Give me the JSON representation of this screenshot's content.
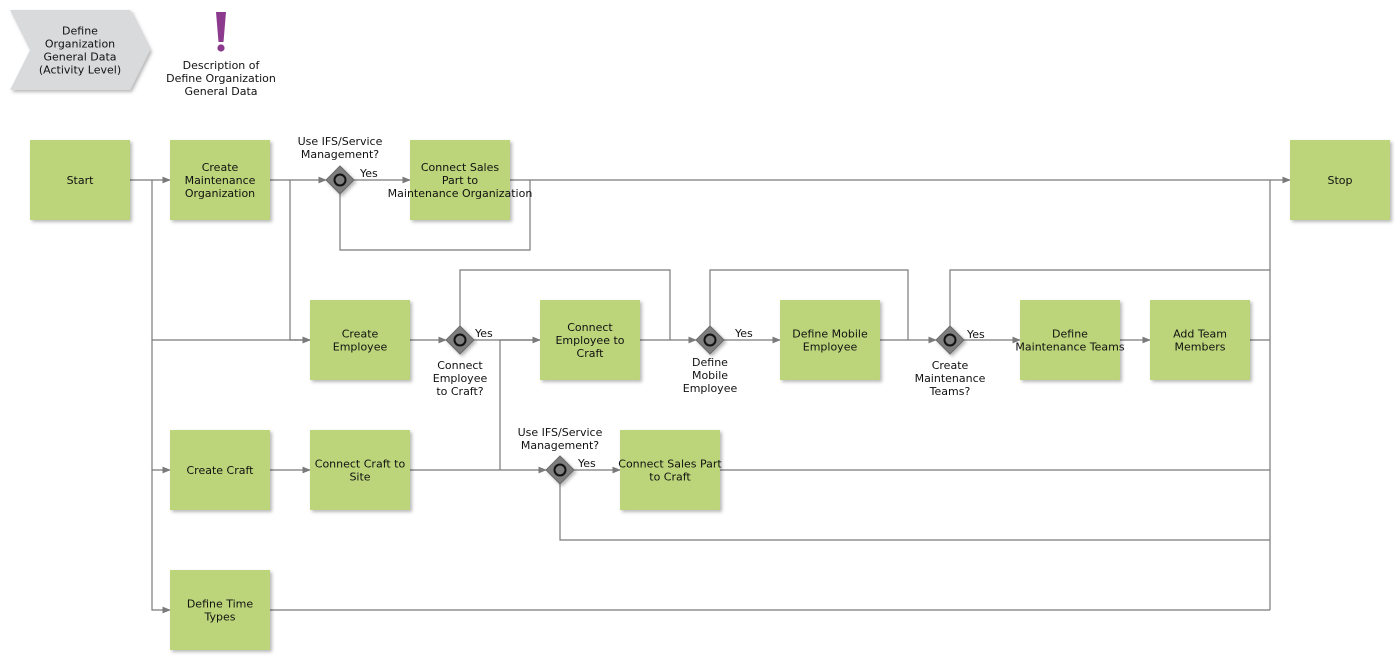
{
  "header": {
    "process_chevron": "Define Organization General Data (Activity Level)",
    "description_label": "Description of Define Organization General Data"
  },
  "nodes": {
    "start": "Start",
    "stop": "Stop",
    "create_maint_org": "Create Maintenance Organization",
    "connect_sales_part_maint_org": "Connect Sales Part to Maintenance Organization",
    "create_employee": "Create Employee",
    "connect_employee_craft": "Connect Employee to Craft",
    "define_mobile_employee": "Define Mobile Employee",
    "define_maint_teams": "Define Maintenance Teams",
    "add_team_members": "Add Team Members",
    "create_craft": "Create Craft",
    "connect_craft_site": "Connect Craft to Site",
    "connect_sales_part_craft": "Connect Sales Part to Craft",
    "define_time_types": "Define Time Types"
  },
  "gateways": {
    "g1": "Use IFS/Service Management?",
    "g2": "Connect Employee to Craft?",
    "g3": "Define Mobile Employee",
    "g4": "Create Maintenance Teams?",
    "g5": "Use IFS/Service Management?"
  },
  "edge_labels": {
    "yes": "Yes"
  },
  "colors": {
    "activity_fill": "#bcd57a",
    "gateway_fill": "#7e7e7e",
    "chevron_fill": "#d9dadc",
    "description_icon": "#8b3a8e",
    "connector": "#7a7a7a"
  }
}
